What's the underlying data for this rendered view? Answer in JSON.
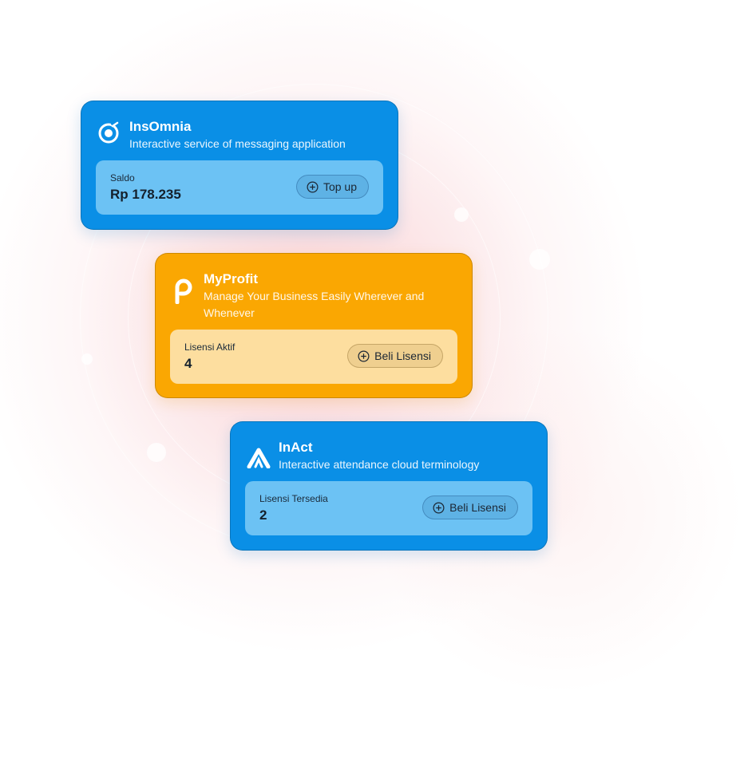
{
  "colors": {
    "blue": "#0A8FE6",
    "blue_panel": "#6CC2F4",
    "orange": "#FAA702",
    "orange_panel": "#FDDE9F"
  },
  "cards": [
    {
      "name": "InsOmnia",
      "description": "Interactive service of messaging application",
      "icon": "eye-icon",
      "panel_label": "Saldo",
      "panel_value": "Rp 178.235",
      "action_label": "Top up"
    },
    {
      "name": "MyProfit",
      "description": "Manage Your Business Easily Wherever and Whenever",
      "icon": "p-logo-icon",
      "panel_label": "Lisensi Aktif",
      "panel_value": "4",
      "action_label": "Beli Lisensi"
    },
    {
      "name": "InAct",
      "description": "Interactive attendance cloud terminology",
      "icon": "a-logo-icon",
      "panel_label": "Lisensi Tersedia",
      "panel_value": "2",
      "action_label": "Beli Lisensi"
    }
  ]
}
